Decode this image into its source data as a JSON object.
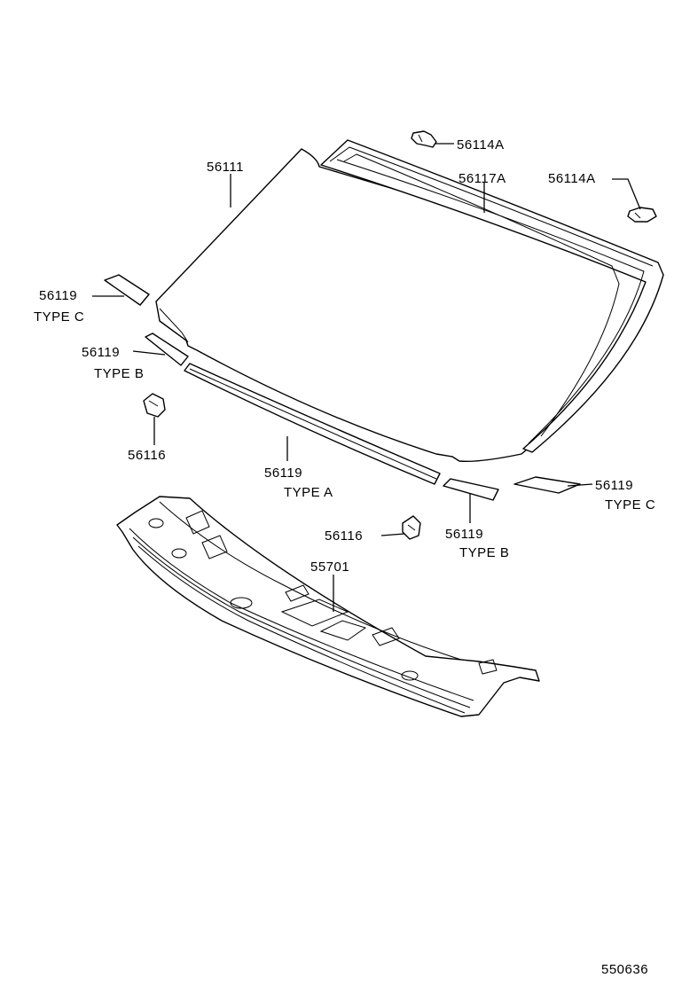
{
  "labels": {
    "glass": "56111",
    "clip_top": "56114A",
    "molding_upper": "56117A",
    "clip_right": "56114A",
    "spacer_c_left": "56119",
    "spacer_c_left_type": "TYPE C",
    "spacer_b_left": "56119",
    "spacer_b_left_type": "TYPE B",
    "clip_left": "56116",
    "spacer_a": "56119",
    "spacer_a_type": "TYPE A",
    "spacer_c_right": "56119",
    "spacer_c_right_type": "TYPE C",
    "clip_center": "56116",
    "spacer_b_right": "56119",
    "spacer_b_right_type": "TYPE B",
    "cowl_panel": "55701",
    "diagram_number": "550636"
  }
}
